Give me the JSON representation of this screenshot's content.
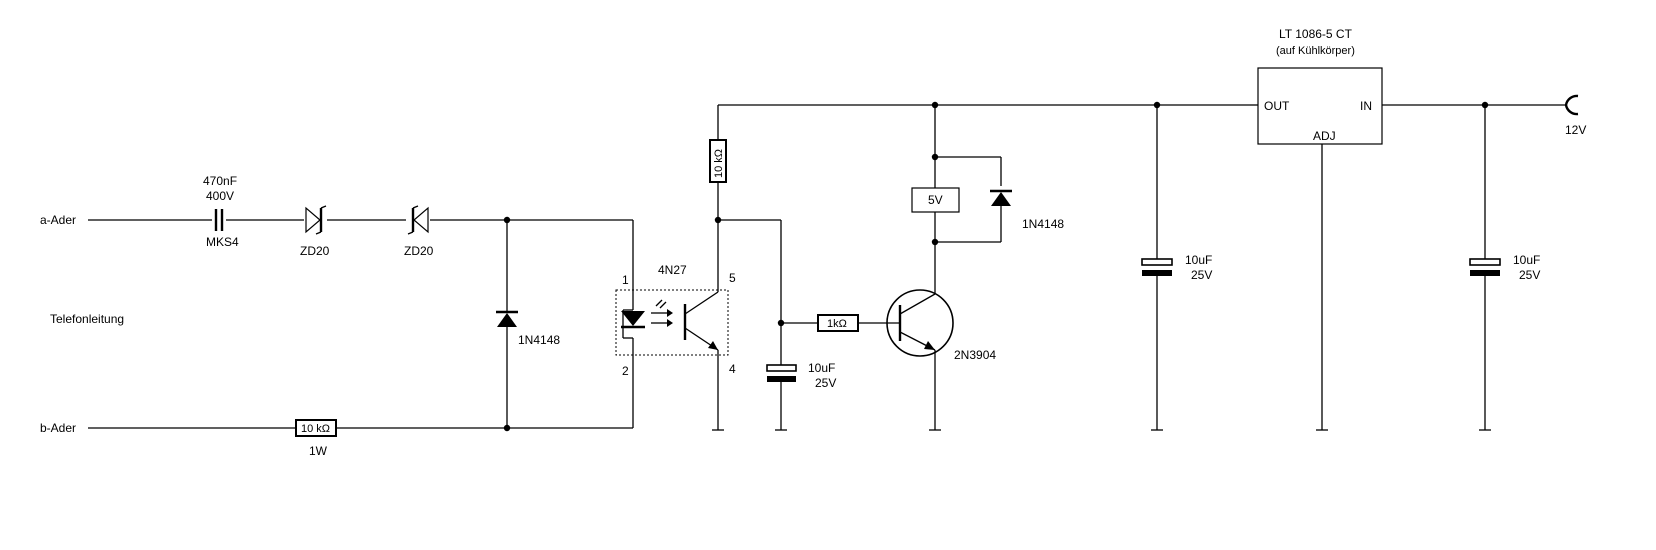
{
  "labels": {
    "a_ader": "a-Ader",
    "b_ader": "b-Ader",
    "telefonleitung": "Telefonleitung",
    "cap1_value": "470nF",
    "cap1_voltage": "400V",
    "cap1_type": "MKS4",
    "zd1": "ZD20",
    "zd2": "ZD20",
    "d1": "1N4148",
    "r_line": "10 kΩ",
    "r_line_power": "1W",
    "opto": "4N27",
    "pin1": "1",
    "pin2": "2",
    "pin4": "4",
    "pin5": "5",
    "r_pullup": "10 kΩ",
    "c_mid_value": "10uF",
    "c_mid_voltage": "25V",
    "r_base": "1kΩ",
    "transistor": "2N3904",
    "relay": "5V",
    "d2": "1N4148",
    "c_out_value": "10uF",
    "c_out_voltage": "25V",
    "reg_name": "LT 1086-5 CT",
    "reg_note": "(auf Kühlkörper)",
    "reg_out": "OUT",
    "reg_in": "IN",
    "reg_adj": "ADJ",
    "c_in_value": "10uF",
    "c_in_voltage": "25V",
    "supply": "12V"
  }
}
